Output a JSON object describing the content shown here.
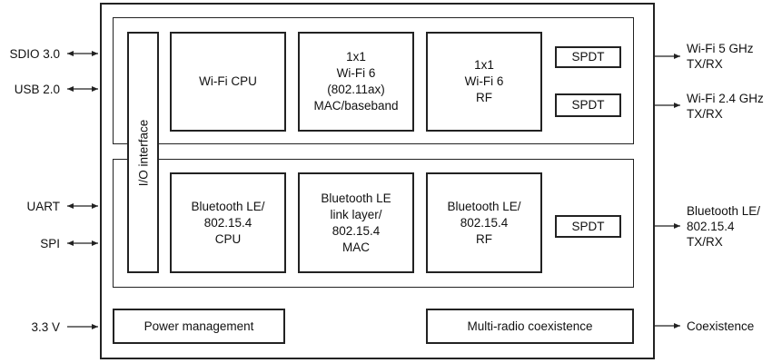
{
  "left_ports": {
    "sdio": "SDIO 3.0",
    "usb": "USB 2.0",
    "uart": "UART",
    "spi": "SPI",
    "power": "3.3 V"
  },
  "right_ports": {
    "wifi5": "Wi-Fi 5 GHz\nTX/RX",
    "wifi24": "Wi-Fi 2.4 GHz\nTX/RX",
    "ble": "Bluetooth LE/\n802.15.4\nTX/RX",
    "coex": "Coexistence"
  },
  "io": {
    "label": "I/O interface"
  },
  "wifi": {
    "cpu": "Wi-Fi CPU",
    "mac": "1x1\nWi-Fi 6\n(802.11ax)\nMAC/baseband",
    "rf": "1x1\nWi-Fi 6\nRF",
    "spdt1": "SPDT",
    "spdt2": "SPDT"
  },
  "bt": {
    "cpu": "Bluetooth LE/\n802.15.4\nCPU",
    "link": "Bluetooth LE\nlink layer/\n802.15.4\nMAC",
    "rf": "Bluetooth LE/\n802.15.4\nRF",
    "spdt": "SPDT"
  },
  "bottom": {
    "power": "Power management",
    "coex": "Multi-radio coexistence"
  }
}
